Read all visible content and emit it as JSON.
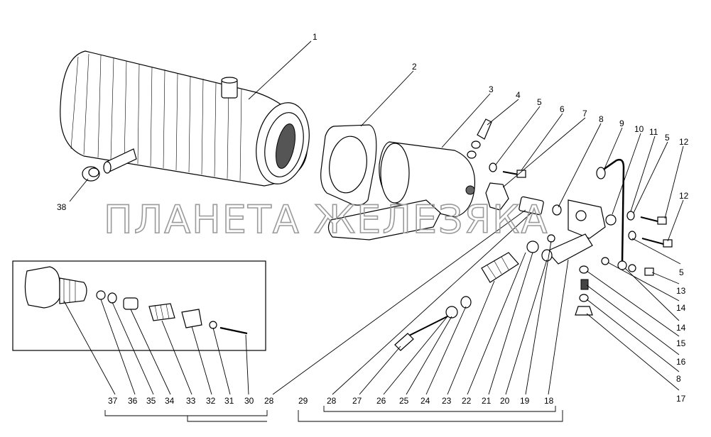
{
  "watermark": "ПЛАНЕТА ЖЕЛЕЗЯКА",
  "callouts": {
    "c1": "1",
    "c2": "2",
    "c3": "3",
    "c4": "4",
    "c5a": "5",
    "c6": "6",
    "c7": "7",
    "c8a": "8",
    "c9": "9",
    "c10": "10",
    "c11": "11",
    "c5b": "5",
    "c12a": "12",
    "c12b": "12",
    "c5c": "5",
    "c13": "13",
    "c14a": "14",
    "c14b": "14",
    "c15": "15",
    "c16": "16",
    "c8b": "8",
    "c17": "17",
    "c38": "38"
  },
  "bottom_labels": [
    "37",
    "36",
    "35",
    "34",
    "33",
    "32",
    "31",
    "30",
    "28",
    "29",
    "28",
    "27",
    "26",
    "25",
    "24",
    "23",
    "22",
    "21",
    "20",
    "19",
    "18"
  ]
}
